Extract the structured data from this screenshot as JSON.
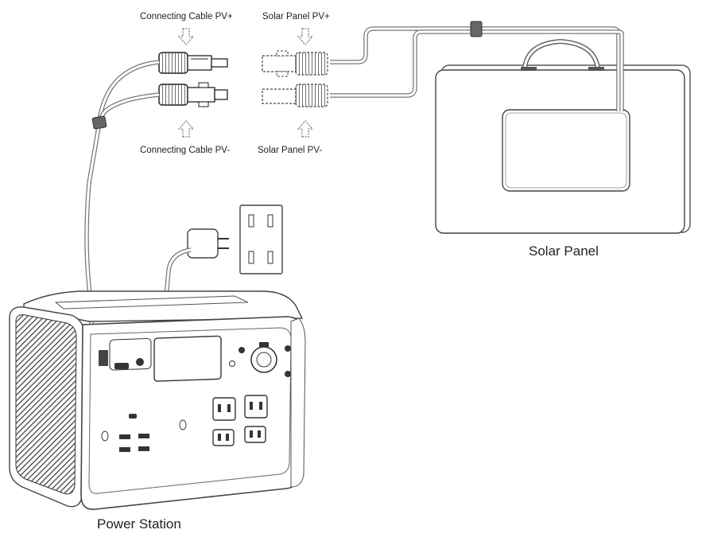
{
  "labels": {
    "connecting_cable_pv_plus": "Connecting Cable PV+",
    "solar_panel_pv_plus": "Solar Panel PV+",
    "connecting_cable_pv_minus": "Connecting Cable PV-",
    "solar_panel_pv_minus": "Solar Panel PV-",
    "solar_panel": "Solar Panel",
    "power_station": "Power Station"
  },
  "icons": [
    "arrow-down-icon",
    "arrow-up-icon",
    "mc4-connector-icon",
    "wall-outlet-icon",
    "power-adapter-icon"
  ]
}
